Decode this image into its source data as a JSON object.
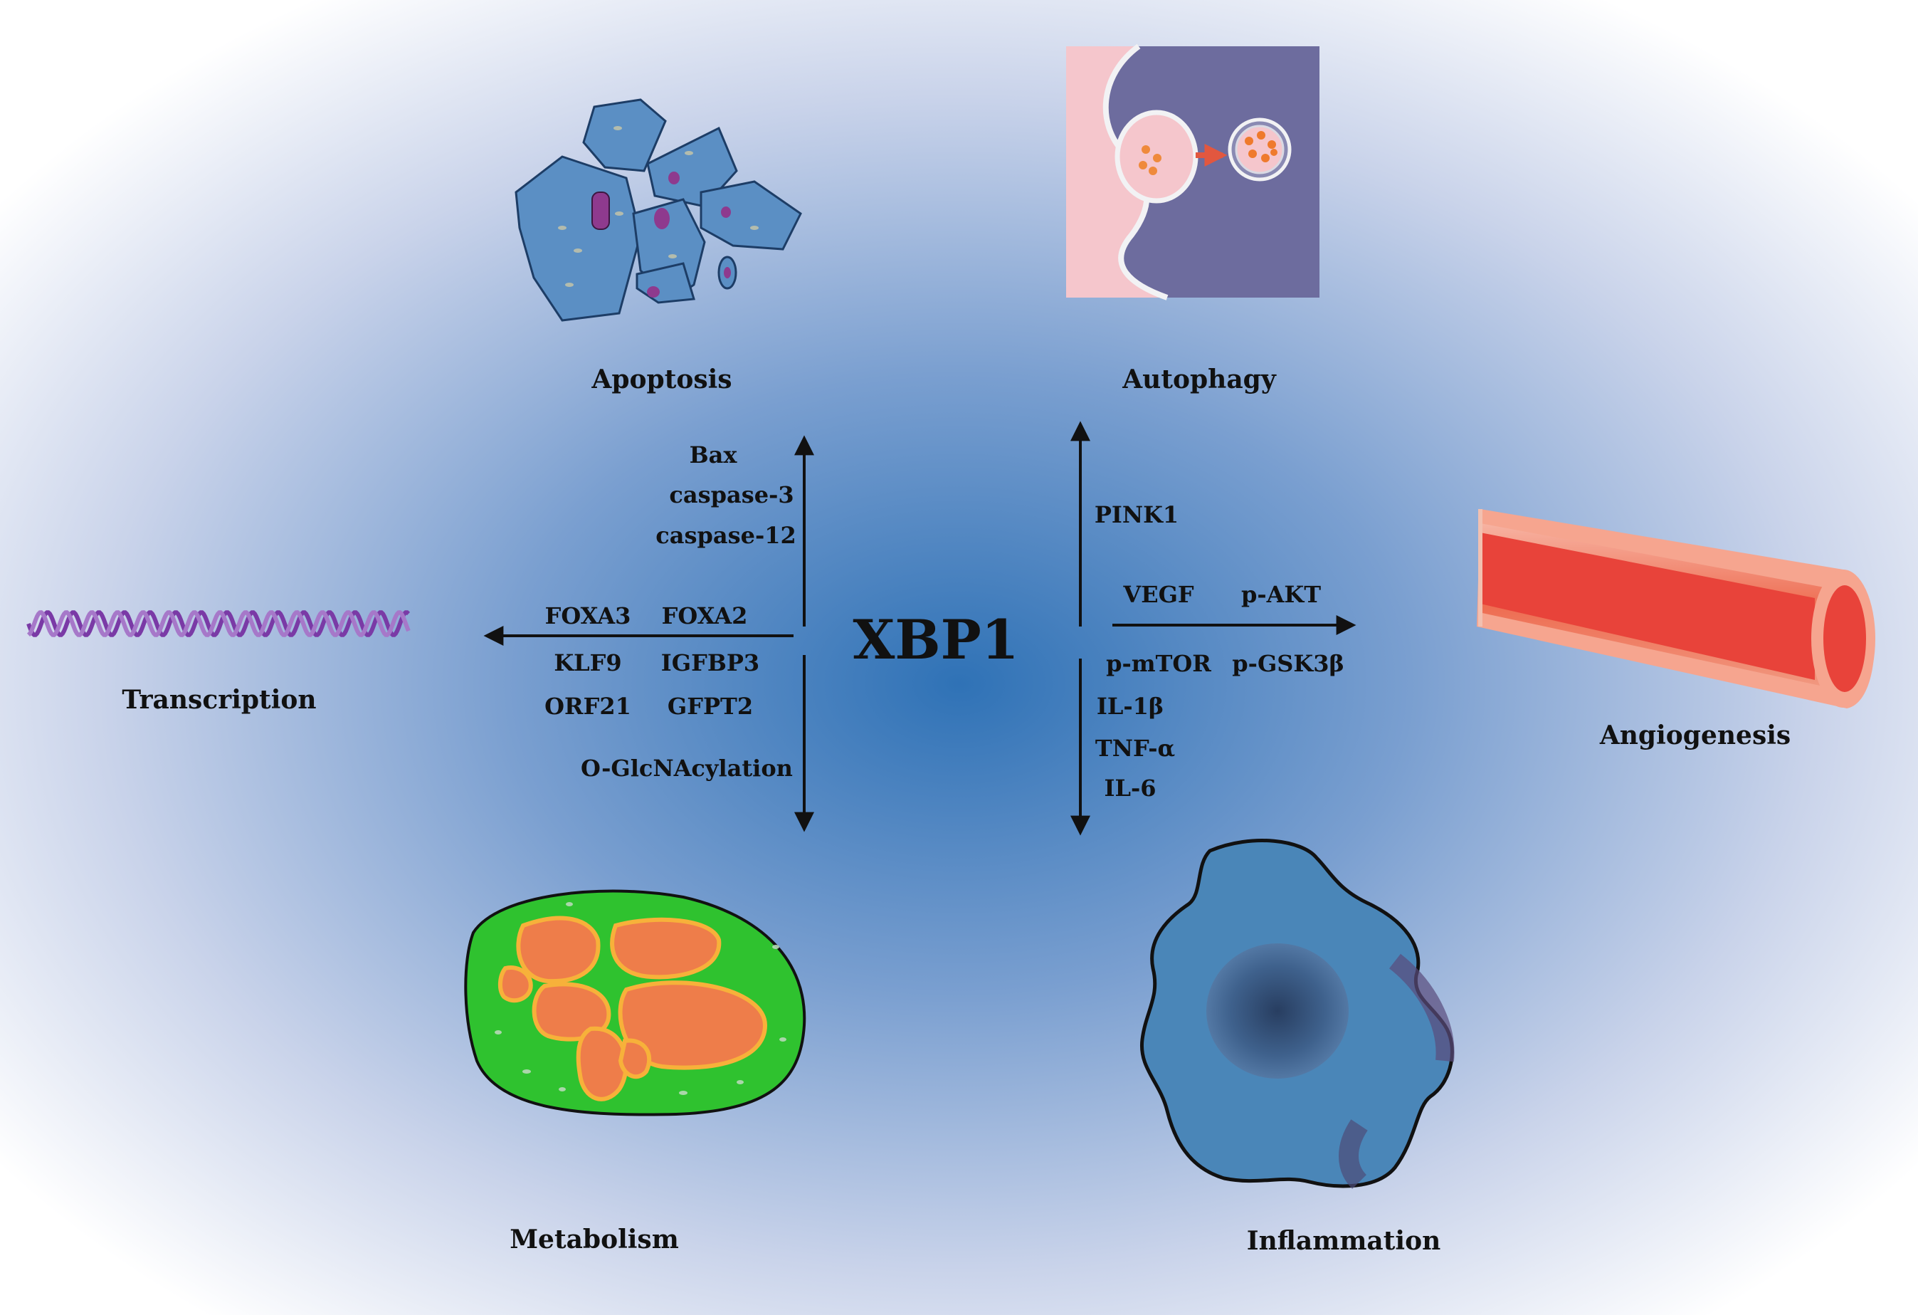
{
  "center": {
    "label": "XBP1"
  },
  "processes": {
    "apoptosis": "Apoptosis",
    "autophagy": "Autophagy",
    "transcription": "Transcription",
    "angiogenesis": "Angiogenesis",
    "metabolism": "Metabolism",
    "inflammation": "Inflammation"
  },
  "apoptosis_genes": [
    "Bax",
    "caspase-3",
    "caspase-12"
  ],
  "transcription_genes": {
    "left": "FOXA3",
    "right": "FOXA2"
  },
  "metabolism_genes": {
    "row1_left": "KLF9",
    "row1_right": "IGFBP3",
    "row2_left": "ORF21",
    "row2_right": "GFPT2",
    "row3": "O-GlcNAcylation"
  },
  "autophagy_genes": [
    "PINK1"
  ],
  "angiogenesis_genes": {
    "top_left": "VEGF",
    "top_right": "p-AKT",
    "bottom_left": "p-mTOR",
    "bottom_right": "p-GSK3β"
  },
  "inflammation_genes": [
    "IL-1β",
    "TNF-α",
    "IL-6"
  ],
  "colors": {
    "background_center": "#2f72b6",
    "background_edge": "#ffffff",
    "cell_blue": "#5b8fc4",
    "nucleus_purple": "#8e3a8e",
    "autophagy_pink": "#f5c6cc",
    "autophagy_purple": "#6d6c9e",
    "vessel_red": "#e8433a",
    "vessel_outer": "#f4a090",
    "tissue_green": "#2fc22f",
    "tissue_orange": "#ee7d4a",
    "macrophage_blue": "#4a86b8",
    "dna_purple": "#7a3aa6"
  }
}
